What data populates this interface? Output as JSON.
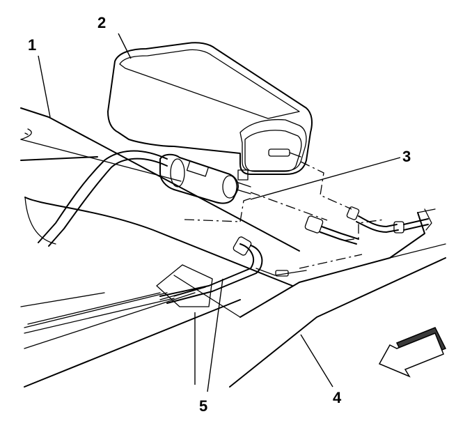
{
  "callouts": [
    {
      "id": "1",
      "label": "1"
    },
    {
      "id": "2",
      "label": "2"
    },
    {
      "id": "3",
      "label": "3"
    },
    {
      "id": "4",
      "label": "4"
    },
    {
      "id": "5",
      "label": "5"
    }
  ],
  "colors": {
    "ink": "#000000",
    "canister_fill": "#c8c8c8",
    "canister_shade": "#a9a9a9",
    "arrow_shade": "#3a3a3a",
    "background": "#ffffff"
  },
  "icons": {
    "direction_arrow": "front-direction-arrow-icon"
  }
}
